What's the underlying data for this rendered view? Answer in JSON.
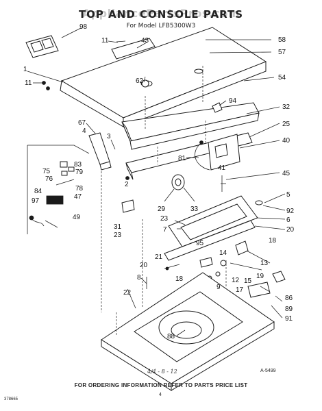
{
  "watermark": "AppliancePartsPros.com",
  "title": "TOP AND CONSOLE PARTS",
  "subtitle": "For Model LFB5300W3",
  "footer": "FOR ORDERING INFORMATION REFER TO PARTS PRICE LIST",
  "figure_code": "A-5499",
  "catalog_code": "378665",
  "page_number": "4",
  "handwritten_note": "4/4 - 8 - 12",
  "callouts": [
    "98",
    "11",
    "43",
    "58",
    "57",
    "1",
    "62",
    "54",
    "11",
    "94",
    "32",
    "67",
    "4",
    "3",
    "25",
    "40",
    "75",
    "76",
    "83",
    "79",
    "81",
    "41",
    "45",
    "84",
    "78",
    "2",
    "47",
    "97",
    "29",
    "33",
    "5",
    "49",
    "92",
    "31",
    "23",
    "23",
    "6",
    "7",
    "20",
    "95",
    "21",
    "20",
    "18",
    "13",
    "14",
    "19",
    "8",
    "12",
    "18",
    "15",
    "17",
    "9",
    "86",
    "22",
    "89",
    "91",
    "88"
  ]
}
